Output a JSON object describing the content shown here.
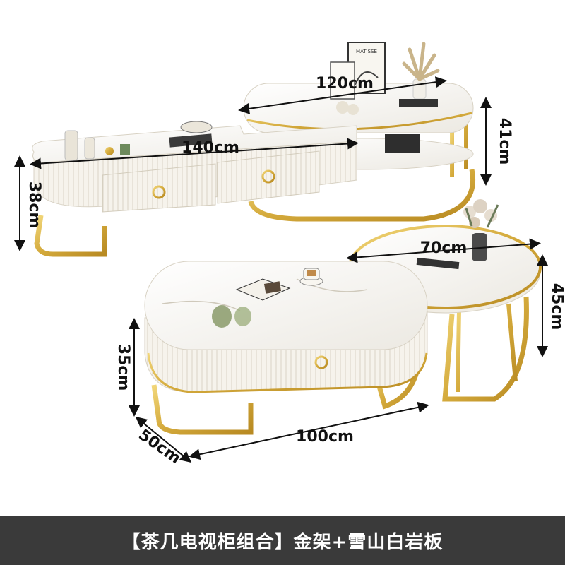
{
  "dimensions": {
    "tv_cabinet_width": "140cm",
    "tv_cabinet_height": "38cm",
    "side_cabinet_width": "120cm",
    "side_cabinet_height": "41cm",
    "round_table_diameter": "70cm",
    "round_table_height": "45cm",
    "coffee_table_height": "35cm",
    "coffee_table_depth": "50cm",
    "coffee_table_width": "100cm"
  },
  "decor": {
    "poster_text": "MATISSE"
  },
  "caption": "【茶几电视柜组合】金架+雪山白岩板",
  "colors": {
    "gold": "#d4aa3c",
    "white_body": "#f6f3ec",
    "caption_bar": "#3a3a3a"
  }
}
